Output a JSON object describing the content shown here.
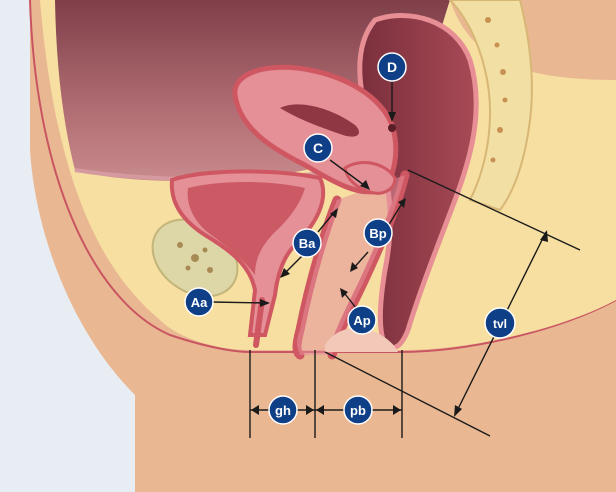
{
  "diagram": {
    "kind": "anatomical illustration (sagittal pelvis)",
    "points": [
      {
        "id": "Aa",
        "text": "Aa"
      },
      {
        "id": "Ba",
        "text": "Ba"
      },
      {
        "id": "C",
        "text": "C"
      },
      {
        "id": "D",
        "text": "D"
      },
      {
        "id": "Ap",
        "text": "Ap"
      },
      {
        "id": "Bp",
        "text": "Bp"
      }
    ],
    "measures": [
      {
        "id": "gh",
        "text": "gh"
      },
      {
        "id": "pb",
        "text": "pb"
      },
      {
        "id": "tvl",
        "text": "tvl"
      }
    ]
  },
  "colors": {
    "background": "#e8edf3",
    "skin": "#e9b892",
    "fat": "#f6dfa0",
    "cavity": "#a9636b",
    "organ": "#e48e93",
    "mucosa": "#cf5762",
    "bone": "#f1dfa4",
    "label_badge": "#0f3f86",
    "label_text": "#ffffff"
  }
}
